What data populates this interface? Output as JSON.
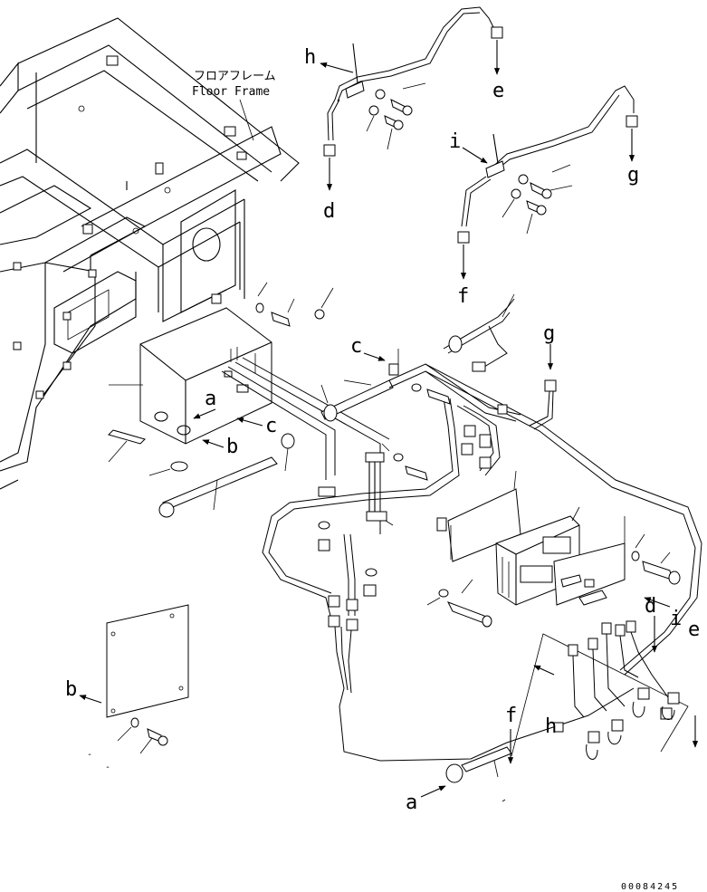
{
  "frame_label": {
    "japanese": "フロアフレーム",
    "english": "Floor Frame"
  },
  "callouts": {
    "a": "a",
    "b": "b",
    "c": "c",
    "d": "d",
    "e": "e",
    "f": "f",
    "g": "g",
    "h": "h",
    "i": "i"
  },
  "drawing_number": "00084245",
  "dash_marks": [
    "-",
    "-",
    "-",
    "-"
  ]
}
